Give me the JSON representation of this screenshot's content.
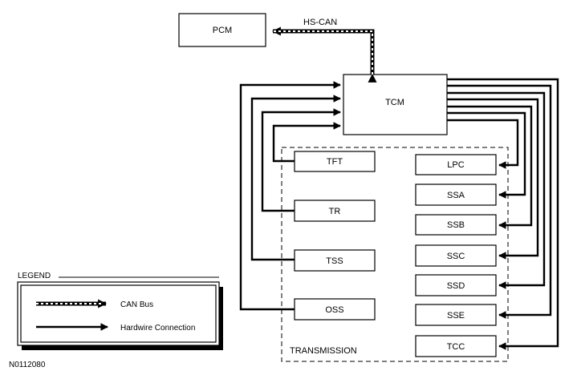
{
  "nodes": {
    "pcm": "PCM",
    "tcm": "TCM",
    "tft": "TFT",
    "tr": "TR",
    "tss": "TSS",
    "oss": "OSS",
    "lpc": "LPC",
    "ssa": "SSA",
    "ssb": "SSB",
    "ssc": "SSC",
    "ssd": "SSD",
    "sse": "SSE",
    "tcc": "TCC"
  },
  "edge_labels": {
    "hs_can": "HS-CAN"
  },
  "region_label": "TRANSMISSION",
  "legend": {
    "title": "LEGEND",
    "can_bus": "CAN Bus",
    "hardwire": "Hardwire Connection"
  },
  "figure_id": "N0112080"
}
